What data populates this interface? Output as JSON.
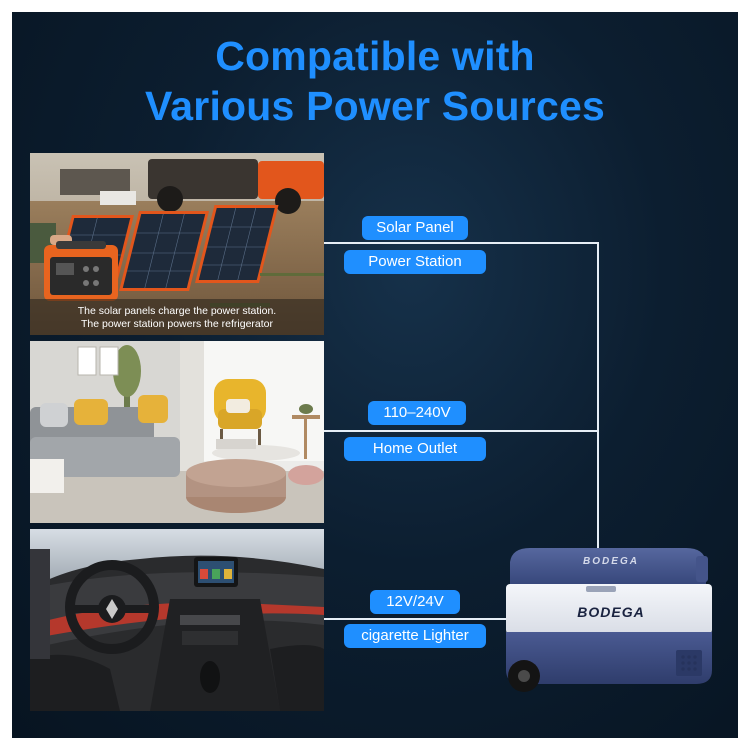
{
  "title": {
    "line1": "Compatible with",
    "line2": "Various Power Sources"
  },
  "sources": [
    {
      "scene": "solar-power-station-photo",
      "label_top": "Solar Panel",
      "label_bottom": "Power Station",
      "caption_line1": "The solar panels charge the power station.",
      "caption_line2": "The power station powers the refrigerator"
    },
    {
      "scene": "living-room-photo",
      "label_top": "110–240V",
      "label_bottom": "Home Outlet"
    },
    {
      "scene": "car-interior-photo",
      "label_top": "12V/24V",
      "label_bottom": "cigarette Lighter"
    }
  ],
  "product": {
    "brand": "BODEGA",
    "lid_mark": "BODEGA"
  },
  "colors": {
    "accent": "#1f8fff",
    "background": "#0c1e30",
    "line": "#e6eef6",
    "fridge_lid": "#3f4f86",
    "fridge_body": "#eef1f6"
  }
}
